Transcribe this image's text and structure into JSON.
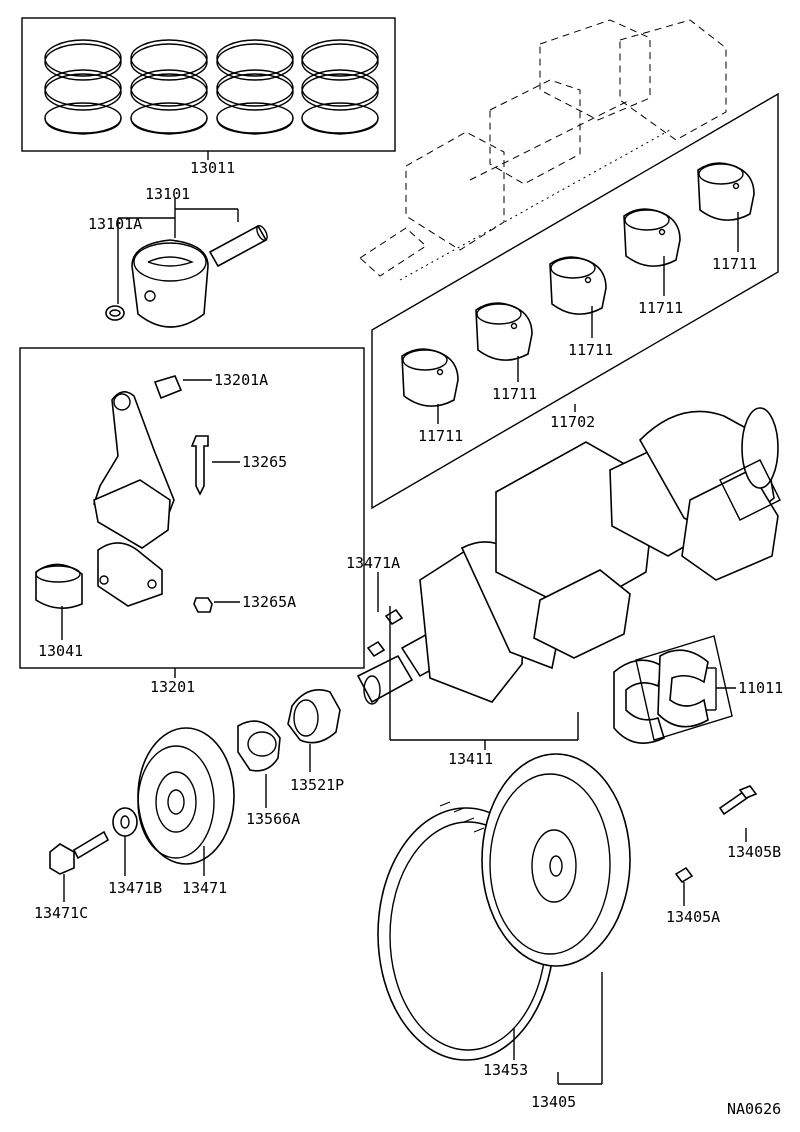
{
  "diagram": {
    "drawing_code": "NA0626",
    "labels": {
      "p13011": "13011",
      "p13101": "13101",
      "p13101A": "13101A",
      "p13201A": "13201A",
      "p13265": "13265",
      "p13265A": "13265A",
      "p13041": "13041",
      "p13201": "13201",
      "p11711_a": "11711",
      "p11711_b": "11711",
      "p11711_c": "11711",
      "p11711_d": "11711",
      "p11711_e": "11711",
      "p11702": "11702",
      "p13471A": "13471A",
      "p11011": "11011",
      "p13411": "13411",
      "p13521P": "13521P",
      "p13566A": "13566A",
      "p13471": "13471",
      "p13471B": "13471B",
      "p13471C": "13471C",
      "p13405B": "13405B",
      "p13405A": "13405A",
      "p13453": "13453",
      "p13405": "13405"
    }
  }
}
